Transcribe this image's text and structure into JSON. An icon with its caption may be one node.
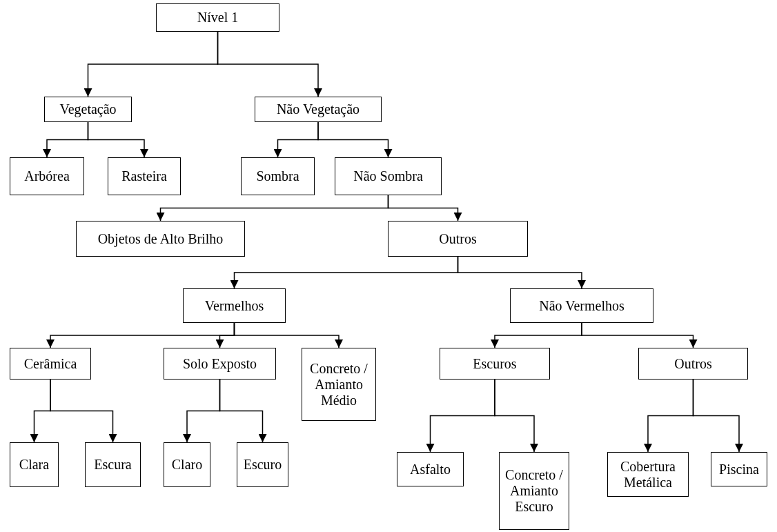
{
  "diagram": {
    "nodes": [
      {
        "text": [
          "Nível 1"
        ]
      },
      {
        "text": [
          "Vegetação"
        ]
      },
      {
        "text": [
          "Não Vegetação"
        ]
      },
      {
        "text": [
          "Arbórea"
        ]
      },
      {
        "text": [
          "Rasteira"
        ]
      },
      {
        "text": [
          "Sombra"
        ]
      },
      {
        "text": [
          "Não Sombra"
        ]
      },
      {
        "text": [
          "Objetos de Alto Brilho"
        ]
      },
      {
        "text": [
          "Outros"
        ]
      },
      {
        "text": [
          "Vermelhos"
        ]
      },
      {
        "text": [
          "Não Vermelhos"
        ]
      },
      {
        "text": [
          "Cerâmica"
        ]
      },
      {
        "text": [
          "Solo Exposto"
        ]
      },
      {
        "text": [
          "Concreto / Amianto Médio"
        ]
      },
      {
        "text": [
          "Escuros"
        ]
      },
      {
        "text": [
          "Outros"
        ]
      },
      {
        "text": [
          "Clara"
        ]
      },
      {
        "text": [
          "Escura"
        ]
      },
      {
        "text": [
          "Claro"
        ]
      },
      {
        "text": [
          "Escuro"
        ]
      },
      {
        "text": [
          "Asfalto"
        ]
      },
      {
        "text": [
          "Concreto / Amianto Escuro"
        ]
      },
      {
        "text": [
          "Cobertura Metálica"
        ]
      },
      {
        "text": [
          "Piscina"
        ]
      }
    ],
    "edges": [
      {
        "from": 0,
        "to": 1,
        "arrow": "to"
      },
      {
        "from": 0,
        "to": 2,
        "arrow": "to"
      },
      {
        "from": 1,
        "to": 3,
        "arrow": "to"
      },
      {
        "from": 1,
        "to": 4,
        "arrow": "to"
      },
      {
        "from": 2,
        "to": 5,
        "arrow": "to"
      },
      {
        "from": 2,
        "to": 6,
        "arrow": "to"
      },
      {
        "from": 6,
        "to": 7,
        "arrow": "to"
      },
      {
        "from": 6,
        "to": 8,
        "arrow": "to"
      },
      {
        "from": 8,
        "to": 9,
        "arrow": "to"
      },
      {
        "from": 8,
        "to": 10,
        "arrow": "to"
      },
      {
        "from": 9,
        "to": 11,
        "arrow": "to"
      },
      {
        "from": 9,
        "to": 12,
        "arrow": "to"
      },
      {
        "from": 9,
        "to": 13,
        "arrow": "to"
      },
      {
        "from": 10,
        "to": 14,
        "arrow": "to"
      },
      {
        "from": 10,
        "to": 15,
        "arrow": "to"
      },
      {
        "from": 11,
        "to": 16,
        "arrow": "to"
      },
      {
        "from": 11,
        "to": 17,
        "arrow": "to"
      },
      {
        "from": 12,
        "to": 18,
        "arrow": "to"
      },
      {
        "from": 12,
        "to": 19,
        "arrow": "to"
      },
      {
        "from": 14,
        "to": 20,
        "arrow": "to"
      },
      {
        "from": 14,
        "to": 21,
        "arrow": "to"
      },
      {
        "from": 15,
        "to": 22,
        "arrow": "to"
      },
      {
        "from": 15,
        "to": 23,
        "arrow": "to"
      }
    ]
  }
}
